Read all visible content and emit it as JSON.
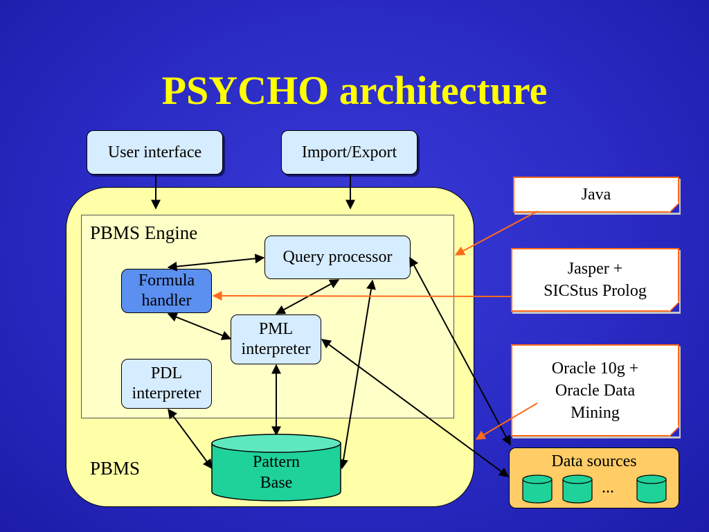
{
  "slide": {
    "title": "PSYCHO architecture"
  },
  "diagram": {
    "top_boxes": {
      "user_interface": "User interface",
      "import_export": "Import/Export"
    },
    "pbms": {
      "label": "PBMS",
      "engine_label": "PBMS Engine",
      "query_processor": "Query processor",
      "formula_handler": "Formula\nhandler",
      "pml_interpreter": "PML\ninterpreter",
      "pdl_interpreter": "PDL\ninterpreter",
      "pattern_base": "Pattern\nBase"
    },
    "notes": {
      "java": "Java",
      "jasper": "Jasper +\nSICStus Prolog",
      "oracle": "Oracle 10g +\nOracle Data\nMining"
    },
    "data_sources": {
      "label": "Data sources",
      "ellipsis": "..."
    },
    "colors": {
      "background": "#2a2ac4",
      "title": "#ffff00",
      "component_box": "#d6ecff",
      "formula_handler": "#5b8ff0",
      "pbms_fill": "#ffffa8",
      "pattern_base": "#1fd29a",
      "data_sources_fill": "#ffcc66",
      "note_border": "#ff6a1a"
    }
  }
}
